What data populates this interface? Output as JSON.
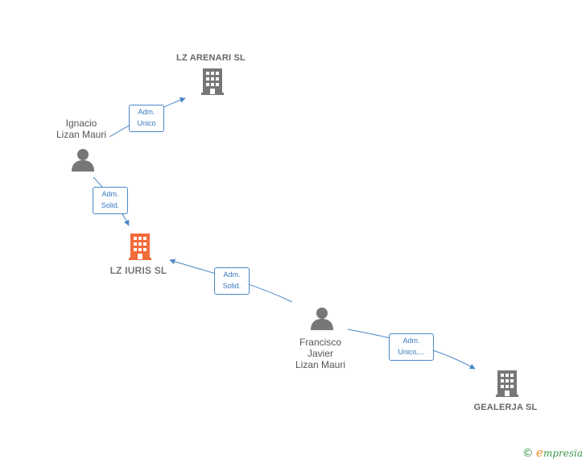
{
  "nodes": {
    "lz_arenari": {
      "label": "LZ ARENARI SL",
      "type": "company"
    },
    "ignacio": {
      "label_line1": "Ignacio",
      "label_line2": "Lizan Mauri",
      "type": "person"
    },
    "lz_iuris": {
      "label": "LZ IURIS  SL",
      "type": "company",
      "highlight": true
    },
    "francisco": {
      "label_line1": "Francisco",
      "label_line2": "Javier",
      "label_line3": "Lizan Mauri",
      "type": "person"
    },
    "gealerja": {
      "label": "GEALERJA SL",
      "type": "company"
    }
  },
  "edges": [
    {
      "from": "ignacio",
      "to": "lz_arenari",
      "label_line1": "Adm.",
      "label_line2": "Unico"
    },
    {
      "from": "ignacio",
      "to": "lz_iuris",
      "label_line1": "Adm.",
      "label_line2": "Solid."
    },
    {
      "from": "francisco",
      "to": "lz_iuris",
      "label_line1": "Adm.",
      "label_line2": "Solid."
    },
    {
      "from": "francisco",
      "to": "gealerja",
      "label_line1": "Adm.",
      "label_line2": "Unico,..."
    }
  ],
  "brand": {
    "copyright": "©",
    "e": "e",
    "rest": "mpresia"
  },
  "colors": {
    "edge": "#4a86c8",
    "icon": "#777777",
    "highlight": "#f26b3a"
  }
}
